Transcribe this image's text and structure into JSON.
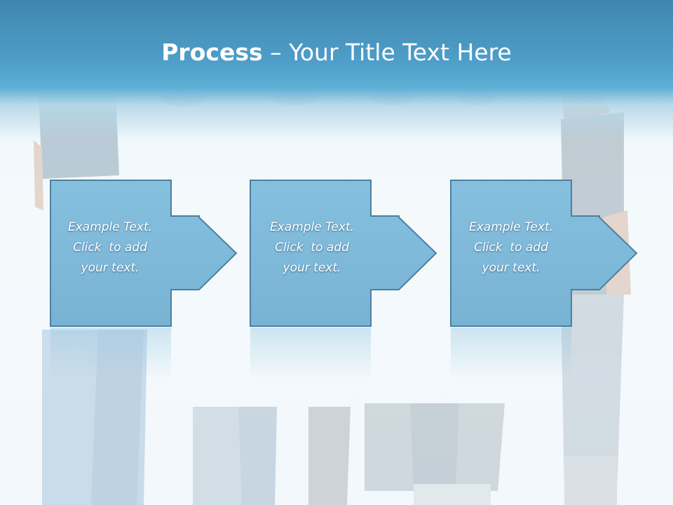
{
  "slide": {
    "title_bold": "Process",
    "title_rest": " – Your Title Text Here"
  },
  "steps": [
    {
      "line1": "Example Text.",
      "line2": "Click  to add",
      "line3": "your text."
    },
    {
      "line1": "Example Text.",
      "line2": "Click  to add",
      "line3": "your text."
    },
    {
      "line1": "Example Text.",
      "line2": "Click  to add",
      "line3": "your text."
    }
  ],
  "colors": {
    "header": "#4f9fca",
    "box_fill": "#7fbbdc",
    "box_border": "#4c7fa3",
    "background": "#f4fafc"
  }
}
